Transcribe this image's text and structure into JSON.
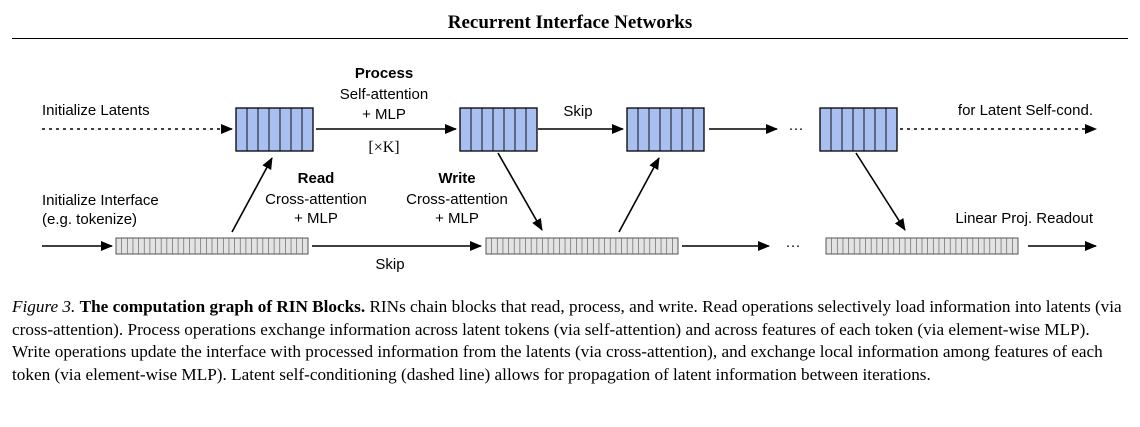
{
  "header": {
    "title": "Recurrent Interface Networks"
  },
  "diagram": {
    "labels": {
      "init_latents": "Initialize Latents",
      "init_interface_1": "Initialize Interface",
      "init_interface_2": "(e.g. tokenize)",
      "process_title": "Process",
      "process_l1": "Self-attention",
      "process_l2": "+ MLP",
      "repeat": "[×K]",
      "read_title": "Read",
      "read_l1": "Cross-attention",
      "read_l2": "+ MLP",
      "write_title": "Write",
      "write_l1": "Cross-attention",
      "write_l2": "+ MLP",
      "skip_top": "Skip",
      "skip_bottom": "Skip",
      "ellipsis_top": "···",
      "ellipsis_bottom": "···",
      "self_cond": "for Latent Self-cond.",
      "readout": "Linear Proj. Readout"
    },
    "colors": {
      "latent_fill": "#a9bff0",
      "interface_fill": "#e3e3e3",
      "stroke": "#000000"
    }
  },
  "caption": {
    "figure_label": "Figure 3.",
    "title": "The computation graph of RIN Blocks.",
    "body": " RINs chain blocks that read, process, and write. Read operations selectively load information into latents (via cross-attention). Process operations exchange information across latent tokens (via self-attention) and across features of each token (via element-wise MLP). Write operations update the interface with processed information from the latents (via cross-attention), and exchange local information among features of each token (via element-wise MLP). Latent self-conditioning (dashed line) allows for propagation of latent information between iterations."
  }
}
